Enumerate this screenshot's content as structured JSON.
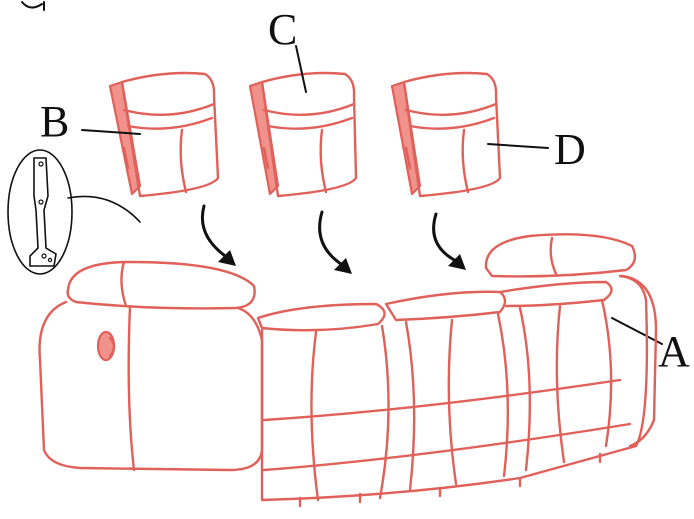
{
  "diagram": {
    "labels": {
      "A": "A",
      "B": "B",
      "C": "C",
      "D": "D"
    },
    "colors": {
      "outline": "#e0605a",
      "side_fill": "#f1928c",
      "ink": "#111111",
      "background": "#ffffff"
    }
  }
}
